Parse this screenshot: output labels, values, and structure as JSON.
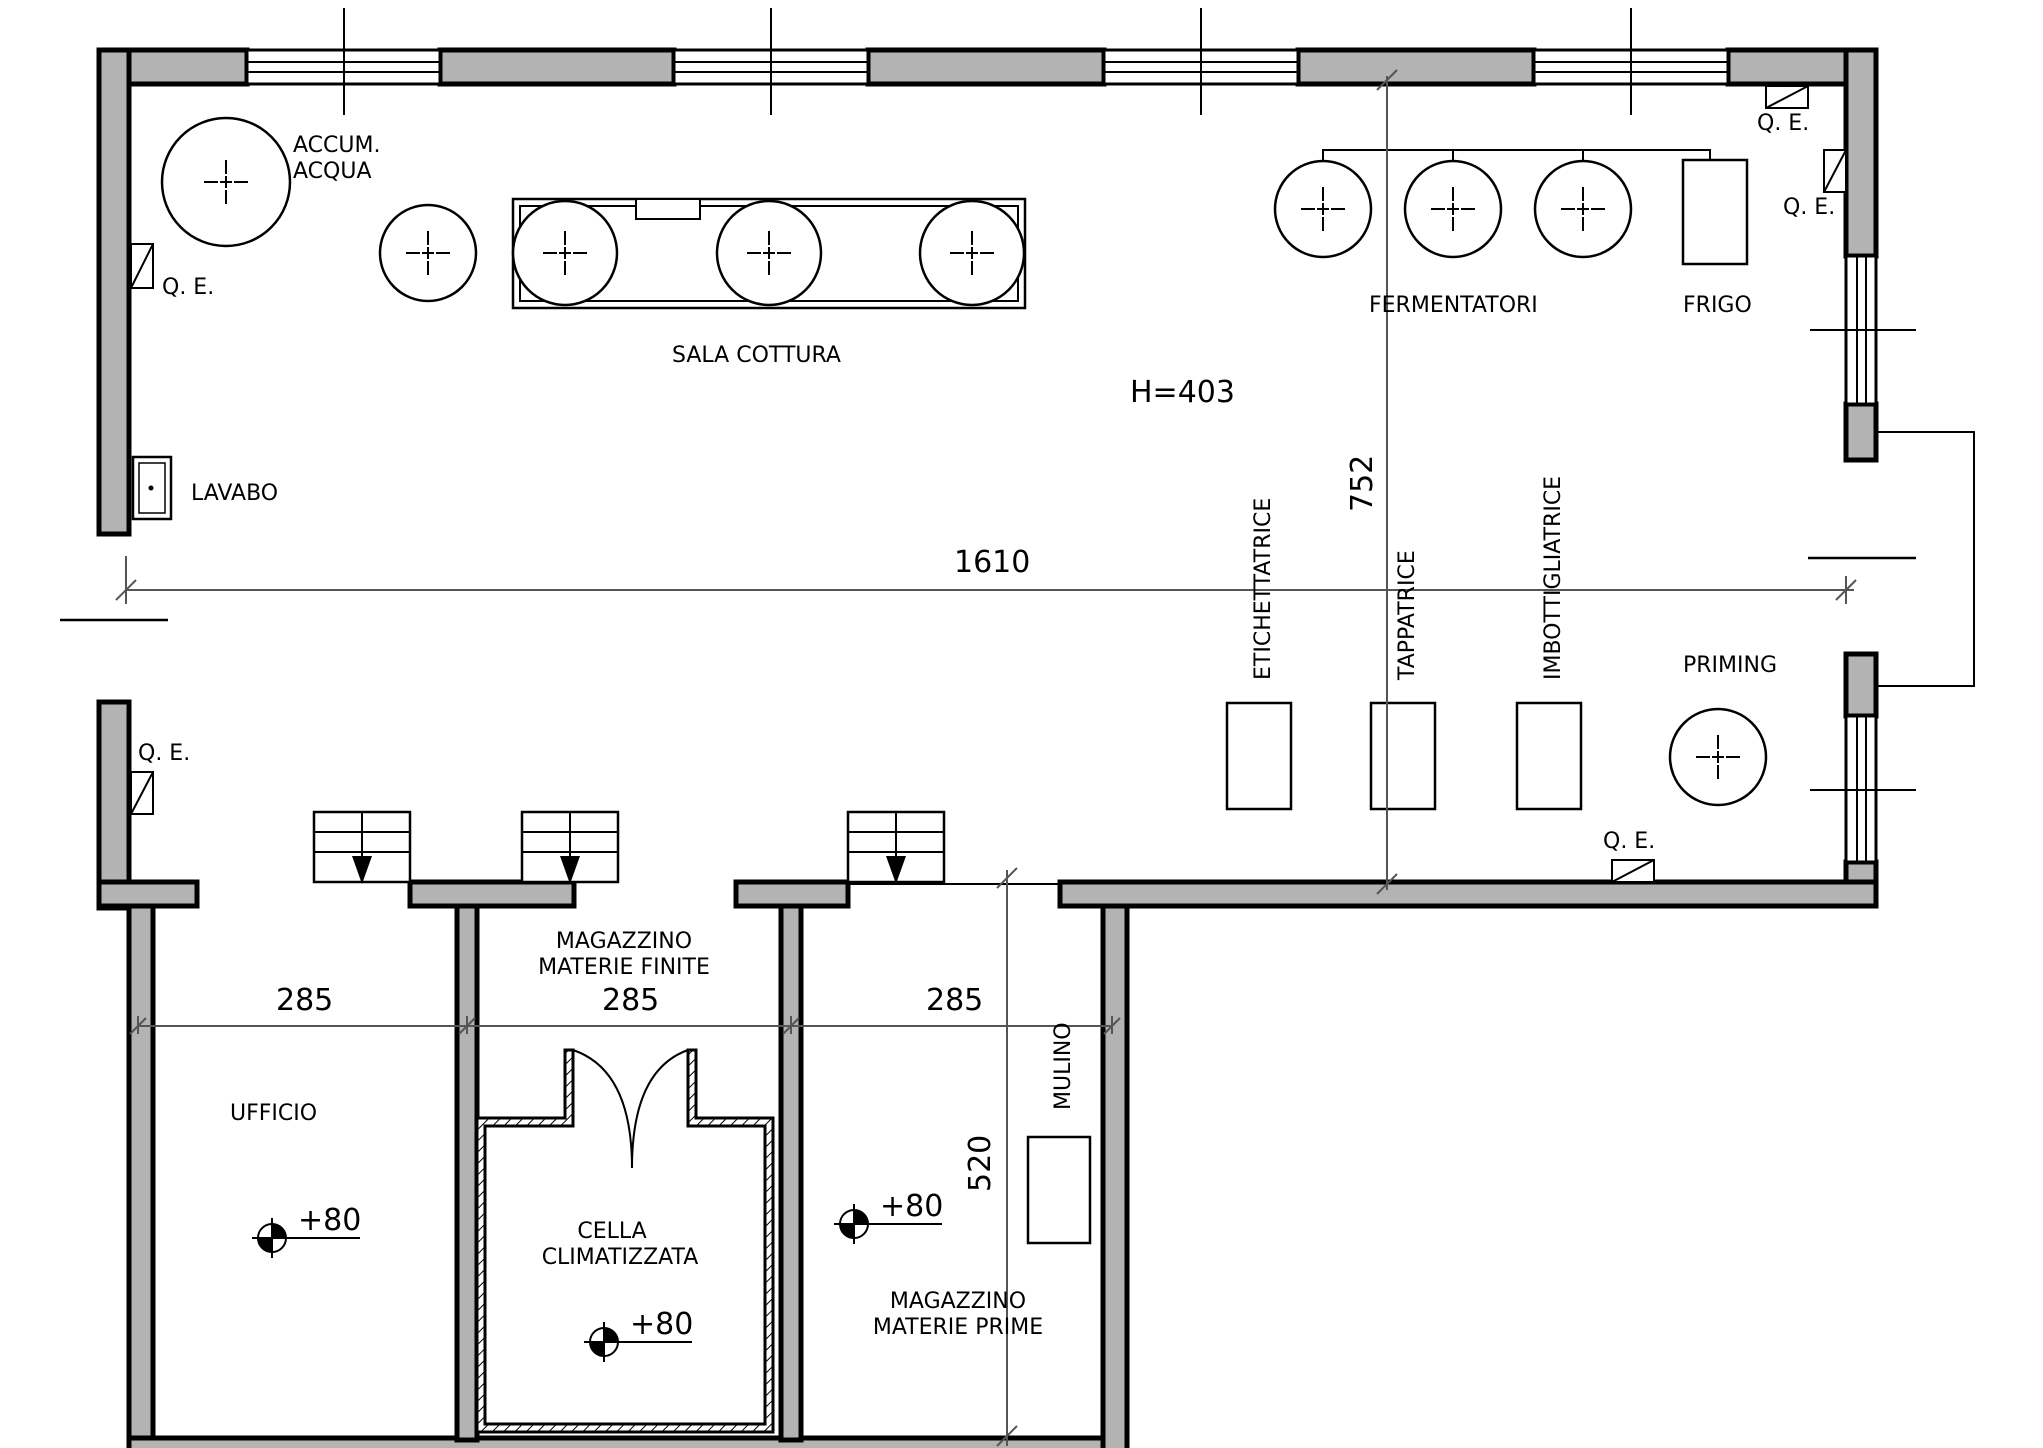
{
  "rooms": {
    "sala_cottura": "SALA COTTURA",
    "ufficio": "UFFICIO",
    "magazzino_finite": [
      "MAGAZZINO",
      "MATERIE FINITE"
    ],
    "cella": [
      "CELLA",
      "CLIMATIZZATA"
    ],
    "magazzino_prime": [
      "MAGAZZINO",
      "MATERIE PRIME"
    ]
  },
  "equipment": {
    "accum": [
      "ACCUM.",
      "ACQUA"
    ],
    "fermentatori": "FERMENTATORI",
    "frigo": "FRIGO",
    "lavabo": "LAVABO",
    "priming": "PRIMING",
    "etichettatrice": "ETICHETTATRICE",
    "tappatrice": "TAPPATRICE",
    "imbottigliatrice": "IMBOTTIGLIATRICE",
    "mulino": "MULINO",
    "qe": "Q. E."
  },
  "dimensions": {
    "height": "H=403",
    "length_total": "1610",
    "width_total": "752",
    "room_width": "285",
    "room_depth": "520"
  },
  "levels": {
    "ufficio": "+80",
    "cella": "+80",
    "magazzino_prime": "+80"
  }
}
